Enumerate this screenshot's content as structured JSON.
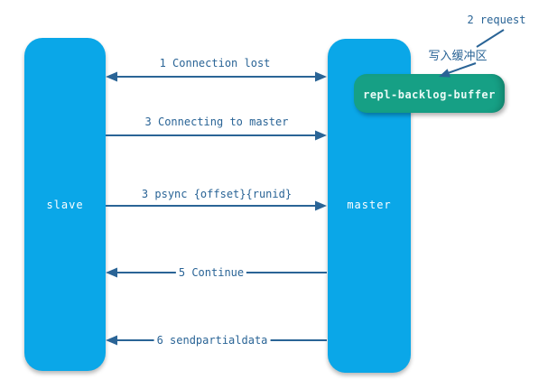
{
  "diagram": {
    "nodes": [
      {
        "id": "slave",
        "label": "slave"
      },
      {
        "id": "master",
        "label": "master"
      },
      {
        "id": "buffer",
        "label": "repl-backlog-buffer"
      }
    ],
    "messages": [
      {
        "label": "1 Connection lost",
        "from": "slave",
        "to": "master",
        "direction": "both"
      },
      {
        "label": "3 Connecting to master",
        "from": "slave",
        "to": "master",
        "direction": "right"
      },
      {
        "label": "3 psync {offset}{runid}",
        "from": "slave",
        "to": "master",
        "direction": "right"
      },
      {
        "label": "5 Continue",
        "from": "master",
        "to": "slave",
        "direction": "left"
      },
      {
        "label": "6 sendpartialdata",
        "from": "master",
        "to": "slave",
        "direction": "left"
      }
    ],
    "annotations": [
      {
        "id": "request",
        "label": "2 request"
      },
      {
        "id": "write-buffer",
        "label": "写入缓冲区"
      }
    ],
    "colors": {
      "node_fill": "#0aa7e8",
      "node_text": "#ffffff",
      "buffer_fill": "#16a085",
      "buffer_text": "#eafaf6",
      "arrow": "#2a6496",
      "background": "#ffffff"
    }
  }
}
